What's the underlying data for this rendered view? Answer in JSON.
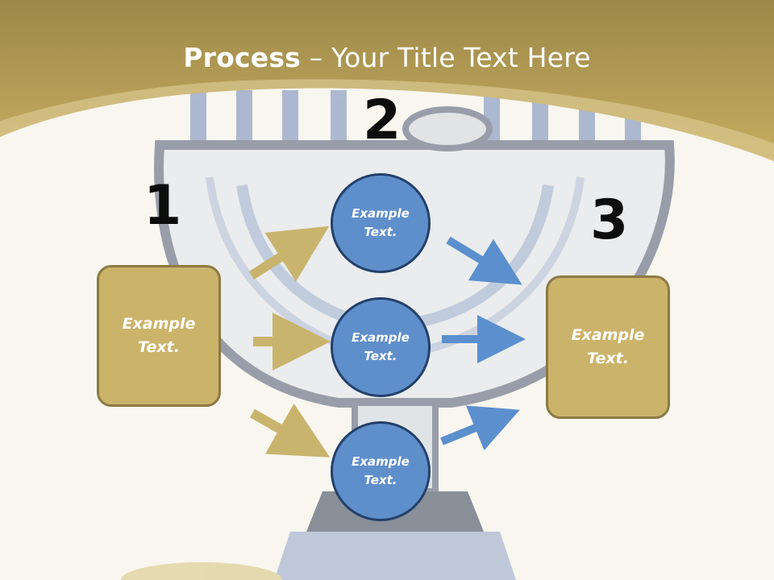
{
  "slide": {
    "title_bold": "Process",
    "title_rest": " – Your Title Text Here"
  },
  "steps": {
    "num1": "1",
    "num2": "2",
    "num3": "3"
  },
  "left_box": {
    "text": "Example\nText."
  },
  "right_box": {
    "text": "Example\nText."
  },
  "circles": [
    {
      "text": "Example\nText."
    },
    {
      "text": "Example\nText."
    },
    {
      "text": "Example\nText."
    }
  ],
  "colors": {
    "header_gold": "#b5a05b",
    "box_fill": "#cbb36a",
    "circle_fill": "#5f8fca",
    "arrow_gold": "#c9b46e",
    "arrow_blue": "#5b8fcd"
  }
}
